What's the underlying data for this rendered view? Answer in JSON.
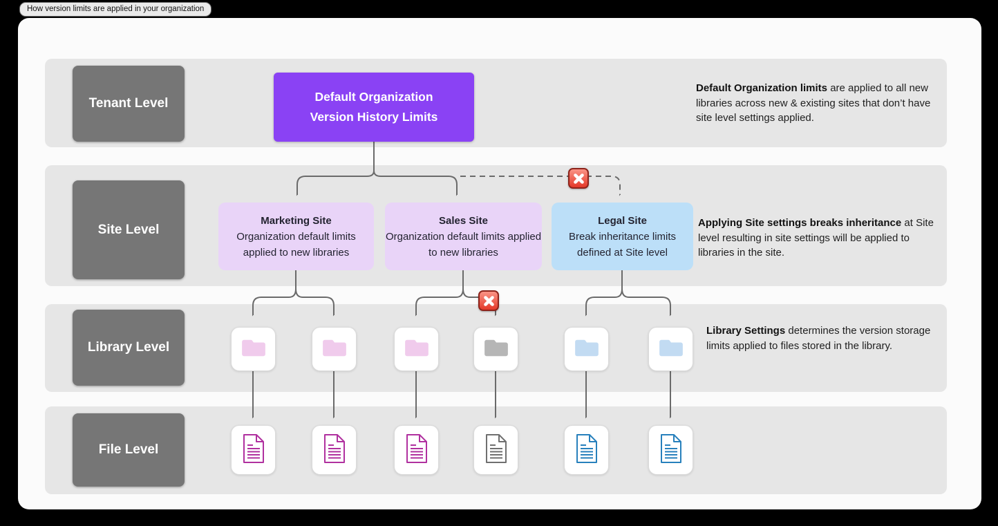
{
  "tooltip": "How version limits are applied in your organization",
  "rows": [
    {
      "label": "Tenant Level",
      "description": {
        "bold": "Default Organization limits",
        "rest": " are applied to all new libraries across new & existing sites that don’t have site level settings applied."
      }
    },
    {
      "label": "Site Level",
      "description": {
        "bold": "Applying Site settings breaks inheritance",
        "rest": " at Site level resulting in site settings will be applied to libraries in the site."
      }
    },
    {
      "label": "Library Level",
      "description": {
        "bold": "Library Settings",
        "rest": " determines the version storage limits applied to files stored in the library."
      }
    },
    {
      "label": "File Level",
      "description": {
        "bold": "",
        "rest": ""
      }
    }
  ],
  "tenant_box": {
    "line1": "Default Organization",
    "line2": "Version History Limits"
  },
  "site_boxes": [
    {
      "title": "Marketing Site",
      "body": "Organization default limits applied to new libraries"
    },
    {
      "title": "Sales Site",
      "body": "Organization default limits applied to new libraries"
    },
    {
      "title": "Legal Site",
      "body": "Break inheritance limits defined at Site level"
    }
  ],
  "library_icons": [
    "folder-pink",
    "folder-pink",
    "folder-pink",
    "folder-gray",
    "folder-blue",
    "folder-blue"
  ],
  "file_icons": [
    "document-magenta",
    "document-magenta",
    "document-magenta",
    "document-gray",
    "document-blue",
    "document-blue"
  ],
  "blocked_icons": [
    "red-x-between-tenant-and-legal-site",
    "red-x-between-sales-site-and-library"
  ],
  "colors": {
    "accent_purple": "#8a42f4",
    "site_lavender": "#e9d4f8",
    "site_blue": "#bcdff8",
    "band_gray": "#e6e6e6",
    "label_gray": "#767676",
    "folder_pink": "#f0cbec",
    "folder_gray": "#b6b6b6",
    "folder_blue": "#c2dbf2",
    "doc_magenta": "#b0309f",
    "doc_gray": "#6f6f6f",
    "doc_blue": "#2780bc",
    "blocked_red": "#e43828",
    "arrow_gray": "#6a6a6a"
  }
}
